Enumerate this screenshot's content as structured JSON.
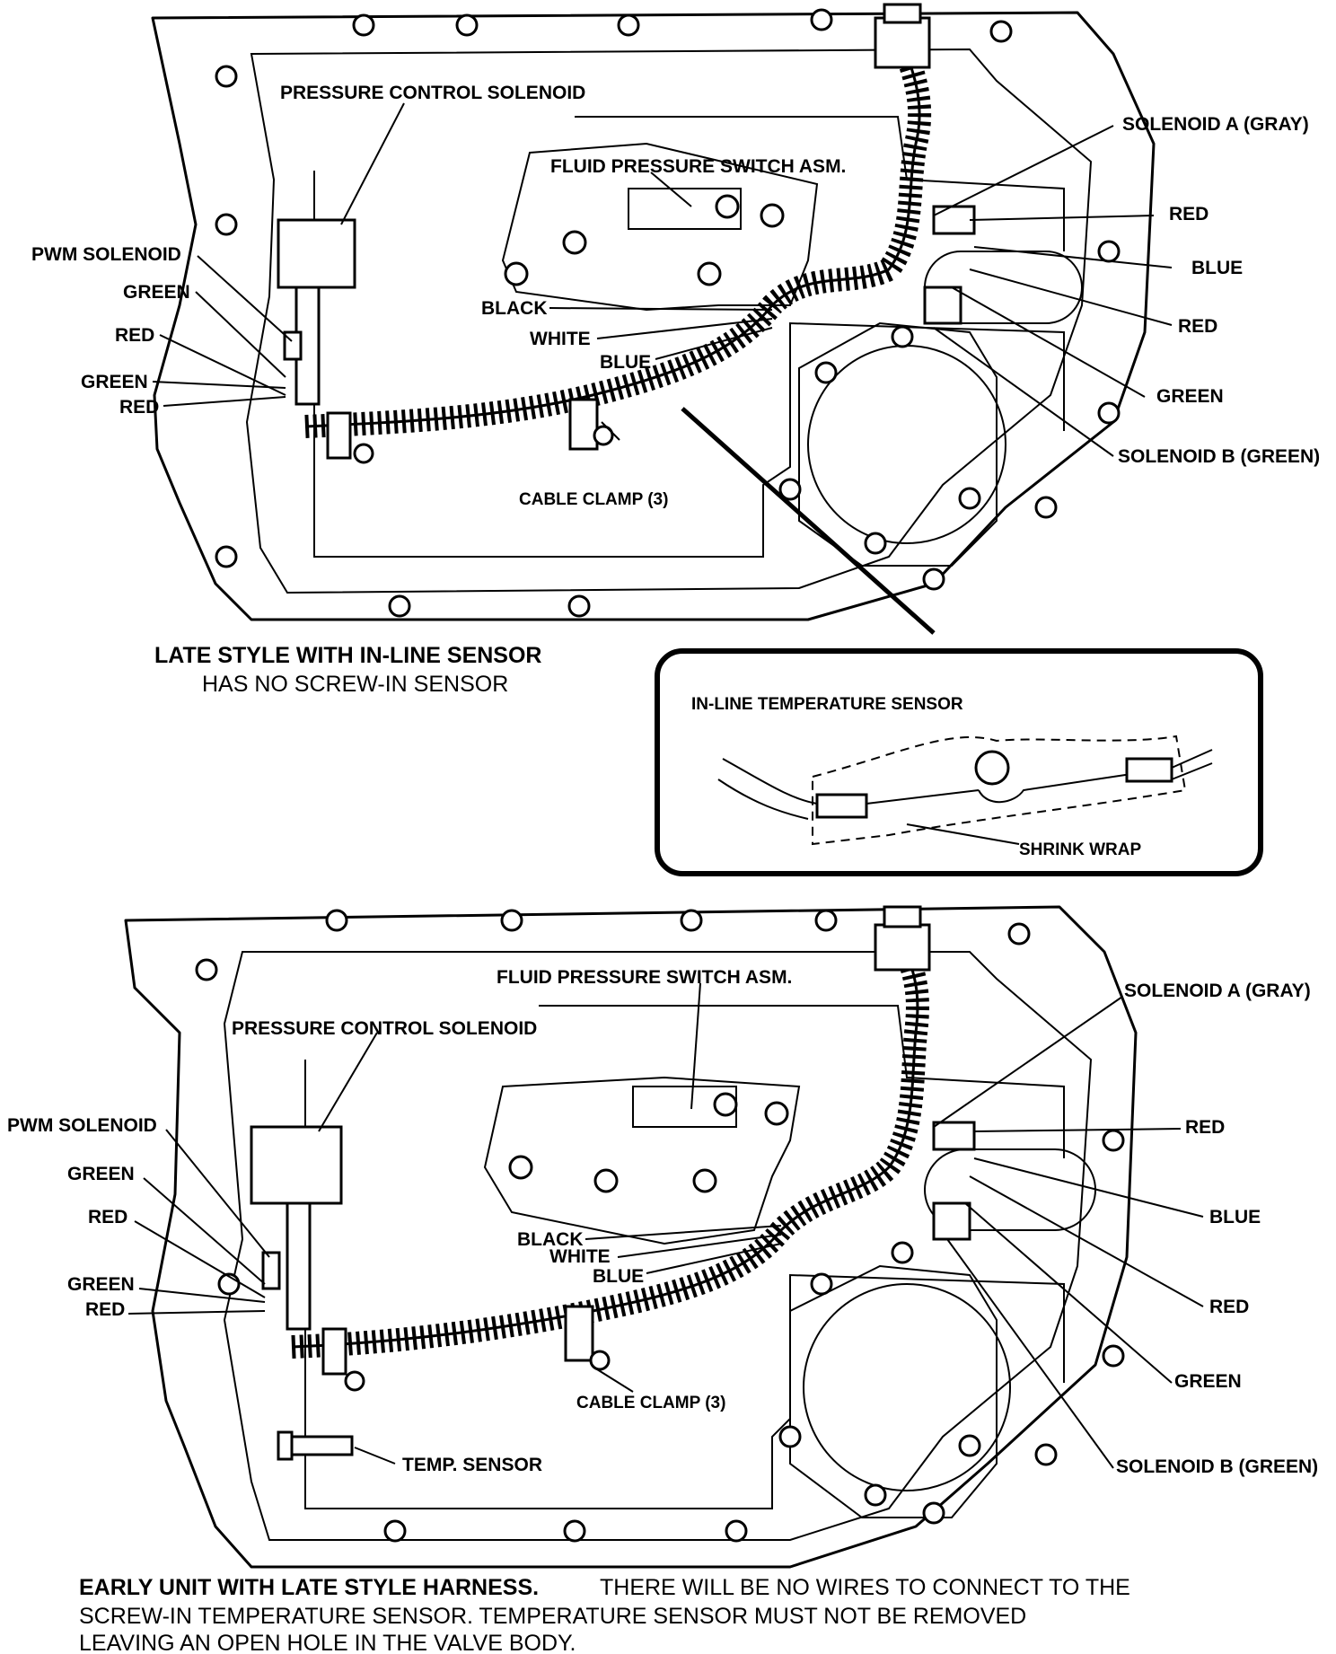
{
  "top_panel": {
    "labels": {
      "pressure_control_solenoid": "PRESSURE CONTROL SOLENOID",
      "fluid_pressure_switch": "FLUID PRESSURE SWITCH ASM.",
      "pwm_solenoid": "PWM SOLENOID",
      "green_1": "GREEN",
      "red_1": "RED",
      "green_2": "GREEN",
      "red_2": "RED",
      "black": "BLACK",
      "white": "WHITE",
      "blue": "BLUE",
      "cable_clamp": "CABLE CLAMP (3)",
      "solenoid_a": "SOLENOID A (GRAY)",
      "right_red_1": "RED",
      "right_blue": "BLUE",
      "right_red_2": "RED",
      "right_green": "GREEN",
      "solenoid_b": "SOLENOID B (GREEN)"
    },
    "caption_bold": "LATE STYLE WITH IN-LINE SENSOR",
    "caption_sub": "HAS NO SCREW-IN SENSOR"
  },
  "inset": {
    "title": "IN-LINE TEMPERATURE SENSOR",
    "shrink_wrap": "SHRINK WRAP"
  },
  "bottom_panel": {
    "labels": {
      "fluid_pressure_switch": "FLUID PRESSURE SWITCH ASM.",
      "pressure_control_solenoid": "PRESSURE CONTROL SOLENOID",
      "pwm_solenoid": "PWM SOLENOID",
      "green_1": "GREEN",
      "red_1": "RED",
      "green_2": "GREEN",
      "red_2": "RED",
      "black": "BLACK",
      "white": "WHITE",
      "blue": "BLUE",
      "cable_clamp": "CABLE CLAMP (3)",
      "temp_sensor": "TEMP.  SENSOR",
      "solenoid_a": "SOLENOID A (GRAY)",
      "right_red_1": "RED",
      "right_blue": "BLUE",
      "right_red_2": "RED",
      "right_green": "GREEN",
      "solenoid_b": "SOLENOID B (GREEN)"
    },
    "caption_bold": "EARLY UNIT WITH LATE STYLE HARNESS.",
    "caption_line1": "THERE WILL BE NO WIRES TO CONNECT TO THE",
    "caption_line2": "SCREW-IN TEMPERATURE SENSOR.  TEMPERATURE SENSOR MUST NOT BE REMOVED",
    "caption_line3": "LEAVING AN OPEN HOLE IN THE VALVE BODY."
  }
}
